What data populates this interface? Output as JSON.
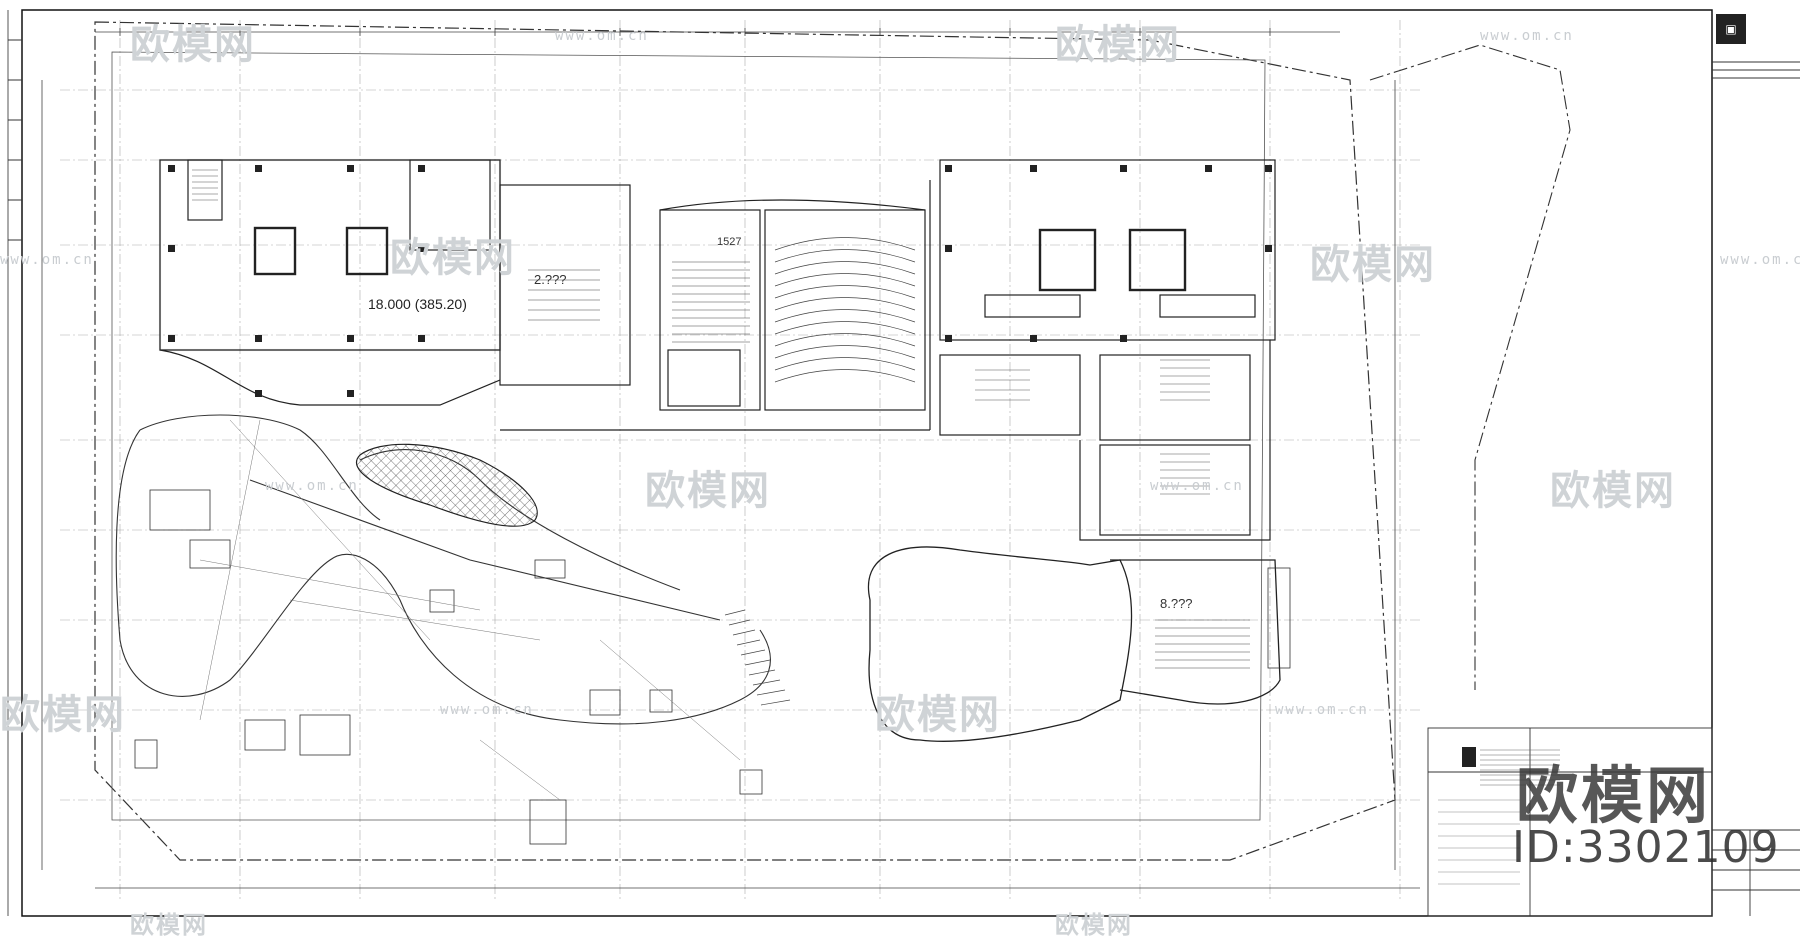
{
  "drawing": {
    "level_mark": "18.000 (385.20)",
    "rooms": [
      {
        "label": "1527"
      },
      {
        "label": "2.???"
      },
      {
        "label": "8.???"
      }
    ],
    "watermark": {
      "brand": "欧模网",
      "url": "www.om.cn",
      "id_text": "ID:3302109"
    }
  }
}
